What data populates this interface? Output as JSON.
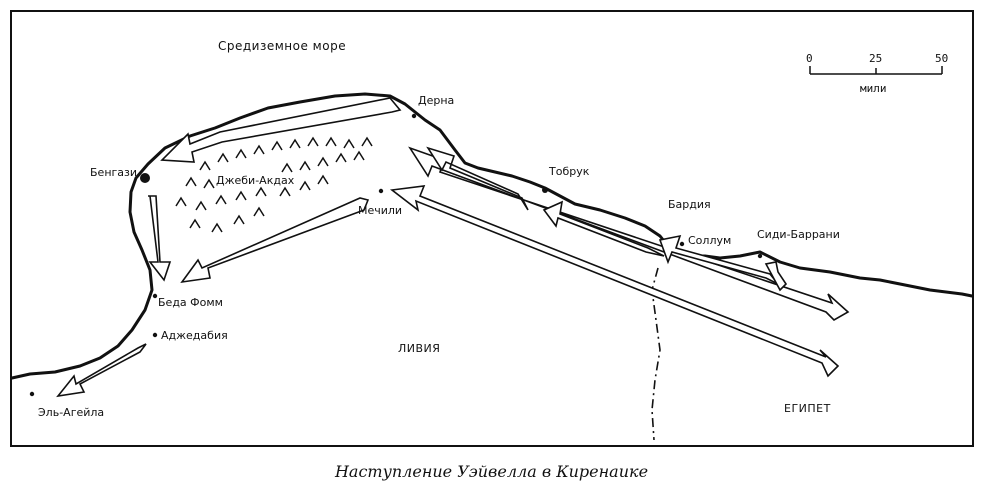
{
  "caption": "Наступление Уэйвелла в Киренаике",
  "sea_label": "Средиземное море",
  "countries": {
    "libya": "ЛИВИЯ",
    "egypt": "ЕГИПЕТ"
  },
  "places": {
    "derna": "Дерна",
    "benghazi": "Бенгази",
    "jebel": "Джеби-Акдах",
    "mechili": "Мечили",
    "tobruk": "Тобрук",
    "bardia": "Бардия",
    "sollum": "Соллум",
    "sidi_barrani": "Сиди-Баррани",
    "beda_fomm": "Беда Фомм",
    "agedabia": "Аджедабия",
    "el_agheila": "Эль-Агейла"
  },
  "scale": {
    "ticks": [
      "0",
      "25",
      "50"
    ],
    "unit": "мили"
  }
}
